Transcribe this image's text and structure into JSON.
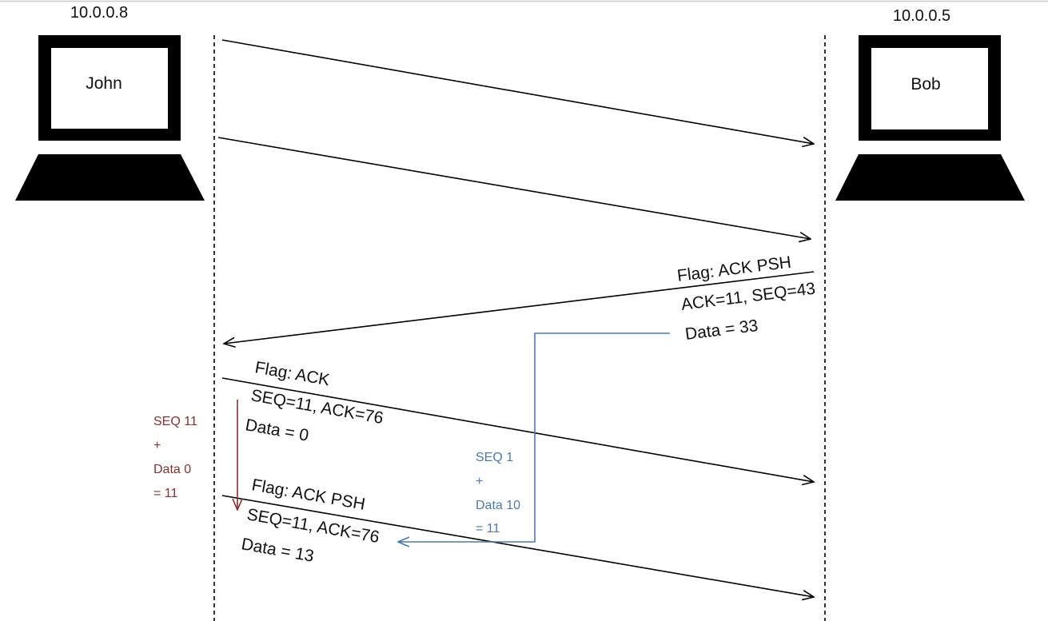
{
  "hosts": {
    "left": {
      "ip": "10.0.0.8",
      "name": "John"
    },
    "right": {
      "ip": "10.0.0.5",
      "name": "Bob"
    }
  },
  "packets": [
    {
      "direction": "john-to-bob",
      "lines": []
    },
    {
      "direction": "john-to-bob",
      "lines": []
    },
    {
      "direction": "bob-to-john",
      "lines": [
        "Flag: ACK PSH",
        "ACK=11, SEQ=43",
        "Data = 33"
      ]
    },
    {
      "direction": "john-to-bob",
      "lines": [
        "Flag: ACK",
        "SEQ=11, ACK=76",
        "Data = 0"
      ]
    },
    {
      "direction": "john-to-bob",
      "lines": [
        "Flag: ACK PSH",
        "SEQ=11, ACK=76",
        "Data = 13"
      ]
    }
  ],
  "annotations": {
    "red": {
      "color": "#8b2f2f",
      "lines": [
        "SEQ 11",
        "+",
        "Data 0",
        "= 11"
      ]
    },
    "blue": {
      "color": "#4a7ab5",
      "lines": [
        "SEQ 1",
        "+",
        "Data 10",
        "= 11"
      ]
    }
  },
  "colors": {
    "line": "#000000",
    "red": "#8b2f2f",
    "blue": "#4a7ab5"
  }
}
